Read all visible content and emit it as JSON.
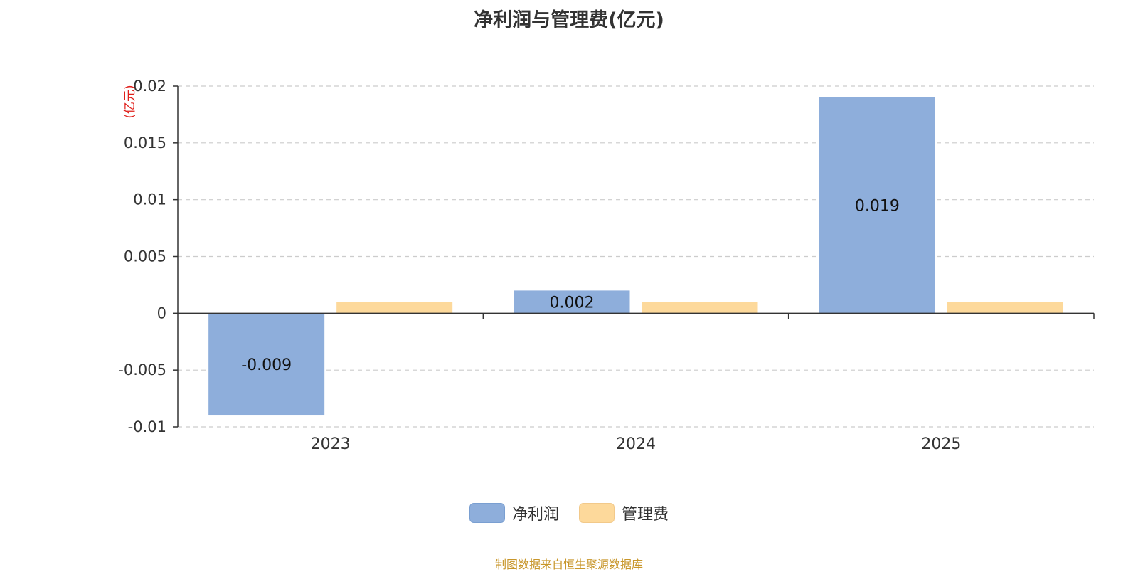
{
  "chart_data": {
    "type": "bar",
    "title": "净利润与管理费(亿元)",
    "ylabel": "(亿元)",
    "categories": [
      "2023",
      "2024",
      "2025"
    ],
    "series": [
      {
        "name": "净利润",
        "color": "#8eaedb",
        "values": [
          -0.009,
          0.002,
          0.019
        ],
        "labels": [
          "-0.009",
          "0.002",
          "0.019"
        ]
      },
      {
        "name": "管理费",
        "color": "#fdd99b",
        "values": [
          0.001,
          0.001,
          0.001
        ]
      }
    ],
    "ylim": [
      -0.01,
      0.02
    ],
    "yticks": [
      {
        "value": 0.02,
        "label": "0.02"
      },
      {
        "value": 0.015,
        "label": "0.015"
      },
      {
        "value": 0.01,
        "label": "0.01"
      },
      {
        "value": 0.005,
        "label": "0.005"
      },
      {
        "value": 0,
        "label": "0"
      },
      {
        "value": -0.005,
        "label": "-0.005"
      },
      {
        "value": -0.01,
        "label": "-0.01"
      }
    ],
    "grid": true,
    "legend_position": "bottom-center"
  },
  "source_note": "制图数据来自恒生聚源数据库"
}
